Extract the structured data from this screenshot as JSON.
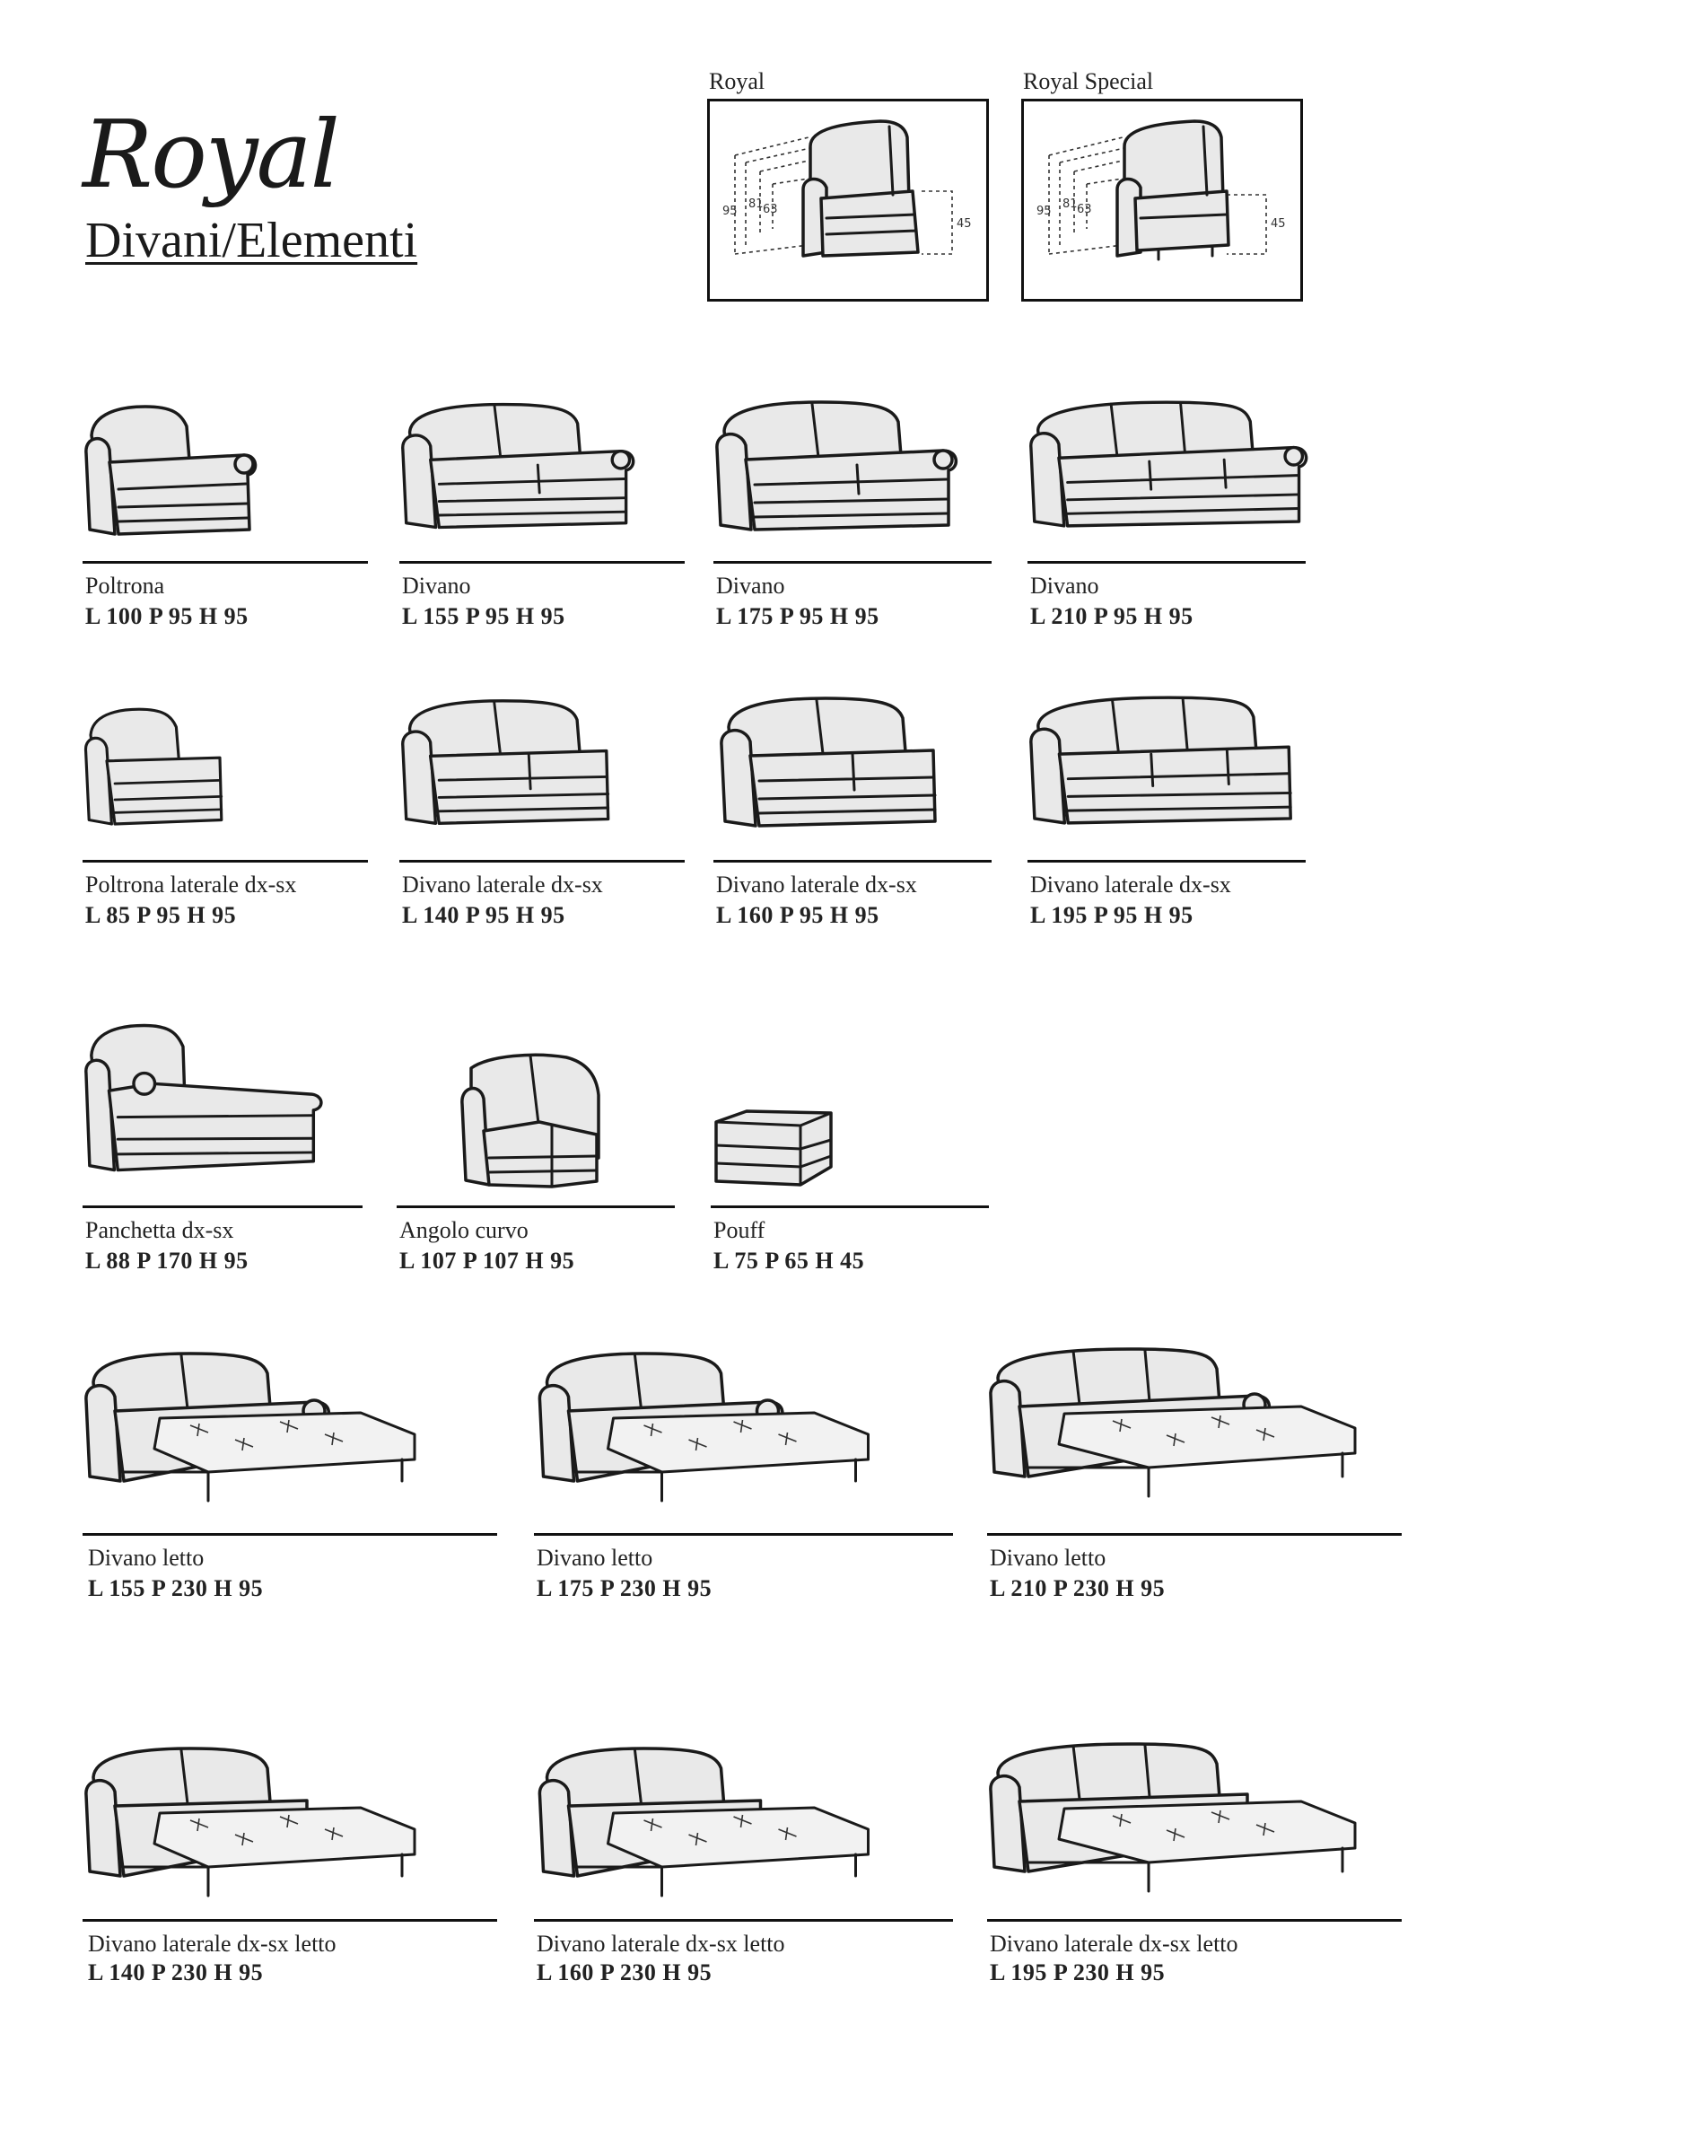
{
  "header": {
    "brand": "Royal",
    "subtitle": "Divani/Elementi"
  },
  "variants": [
    {
      "label": "Royal",
      "dims": [
        "95",
        "81",
        "63",
        "45"
      ]
    },
    {
      "label": "Royal Special",
      "dims": [
        "95",
        "81",
        "63",
        "45"
      ]
    }
  ],
  "items": [
    {
      "name": "Poltrona",
      "dims": "L 100 P 95 H 95",
      "icon": "armchair-icon"
    },
    {
      "name": "Divano",
      "dims": "L 155 P 95 H 95",
      "icon": "two-seat-sofa-icon"
    },
    {
      "name": "Divano",
      "dims": "L 175 P 95 H 95",
      "icon": "two-seat-sofa-icon"
    },
    {
      "name": "Divano",
      "dims": "L 210 P 95 H 95",
      "icon": "three-seat-sofa-icon"
    },
    {
      "name": "Poltrona laterale dx-sx",
      "dims": "L 85 P 95 H 95",
      "icon": "side-armchair-icon"
    },
    {
      "name": "Divano laterale dx-sx",
      "dims": "L 140 P 95 H 95",
      "icon": "side-sofa-icon"
    },
    {
      "name": "Divano laterale dx-sx",
      "dims": "L 160 P 95 H 95",
      "icon": "side-sofa-icon"
    },
    {
      "name": "Divano laterale dx-sx",
      "dims": "L 195 P 95 H 95",
      "icon": "side-sofa-three-icon"
    },
    {
      "name": "Panchetta dx-sx",
      "dims": "L 88 P 170 H 95",
      "icon": "chaise-icon"
    },
    {
      "name": "Angolo curvo",
      "dims": "L 107 P 107 H 95",
      "icon": "curved-corner-icon"
    },
    {
      "name": "Pouff",
      "dims": "L 75 P 65 H 45",
      "icon": "pouf-icon"
    },
    {
      "name": "Divano letto",
      "dims": "L 155 P 230 H 95",
      "icon": "sofa-bed-icon"
    },
    {
      "name": "Divano letto",
      "dims": "L 175 P 230 H 95",
      "icon": "sofa-bed-icon"
    },
    {
      "name": "Divano letto",
      "dims": "L 210 P 230 H 95",
      "icon": "sofa-bed-three-icon"
    },
    {
      "name": "Divano laterale dx-sx letto",
      "dims": "L 140 P 230 H 95",
      "icon": "side-sofa-bed-icon"
    },
    {
      "name": "Divano laterale dx-sx letto",
      "dims": "L 160 P 230 H 95",
      "icon": "side-sofa-bed-icon"
    },
    {
      "name": "Divano laterale dx-sx letto",
      "dims": "L 195 P 230 H 95",
      "icon": "side-sofa-bed-three-icon"
    }
  ]
}
